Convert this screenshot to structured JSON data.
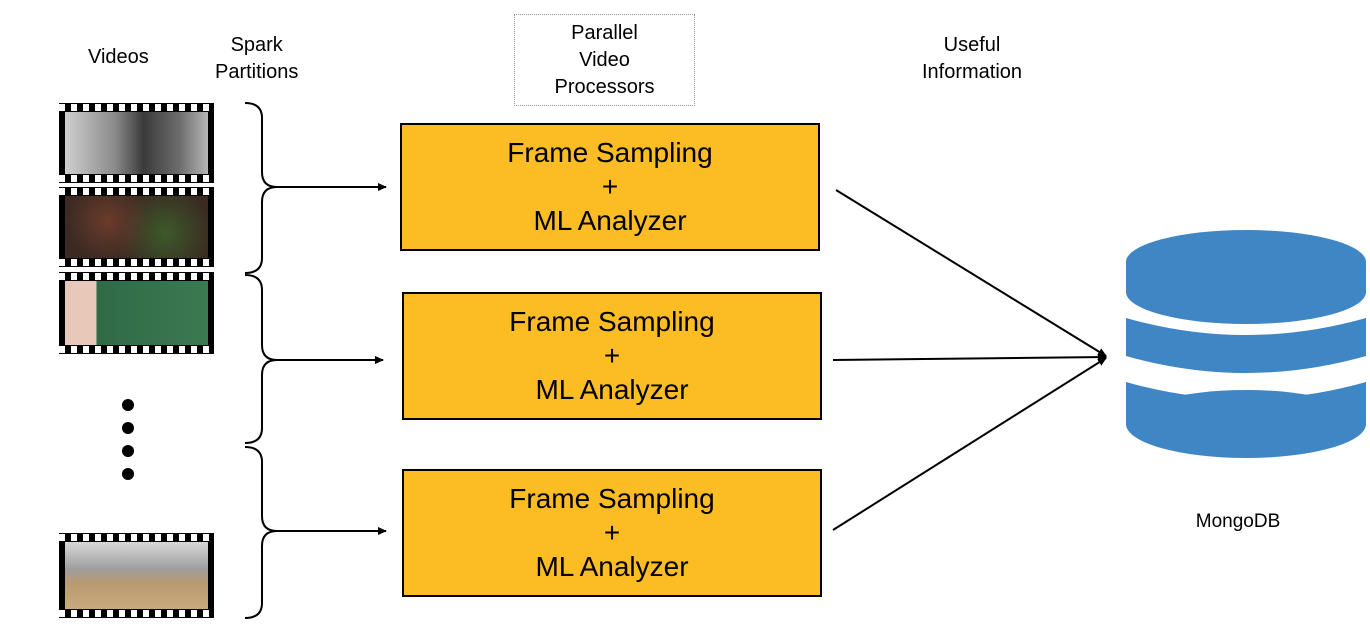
{
  "labels": {
    "videos": "Videos",
    "spark_partitions": [
      "Spark",
      "Partitions"
    ],
    "parallel_processors": [
      "Parallel",
      "Video",
      "Processors"
    ],
    "useful_information": [
      "Useful",
      "Information"
    ],
    "mongodb": "MongoDB"
  },
  "processors": [
    {
      "line1": "Frame Sampling",
      "line2": "+",
      "line3": "ML Analyzer"
    },
    {
      "line1": "Frame Sampling",
      "line2": "+",
      "line3": "ML Analyzer"
    },
    {
      "line1": "Frame Sampling",
      "line2": "+",
      "line3": "ML Analyzer"
    }
  ],
  "colors": {
    "processor_fill": "#FBBC24",
    "database_fill": "#3F86C4"
  },
  "icons": {
    "database": "database-icon",
    "ellipsis": "vertical-ellipsis-icon"
  }
}
